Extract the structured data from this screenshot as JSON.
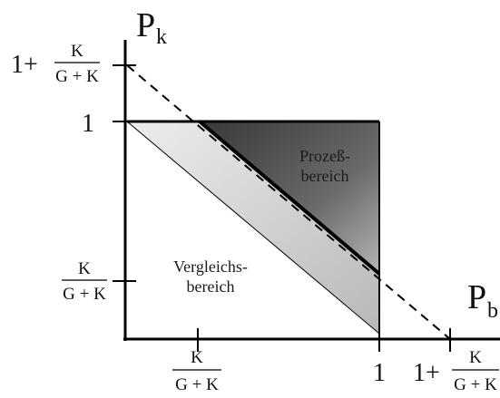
{
  "diagram": {
    "y_axis": {
      "letter": "P",
      "subscript": "k"
    },
    "x_axis": {
      "letter": "P",
      "subscript": "b"
    },
    "fraction": {
      "numerator": "K",
      "denominator": "G + K"
    },
    "y_ticks": {
      "one_plus_prefix": "1+",
      "one": "1"
    },
    "x_ticks": {
      "one": "1",
      "one_plus_prefix": "1+"
    },
    "regions": {
      "process": {
        "line1": "Prozeß-",
        "line2": "bereich"
      },
      "comparison": {
        "line1": "Vergleichs-",
        "line2": "bereich"
      }
    },
    "colors": {
      "process_dark": "#3c3c3c",
      "process_light": "#a0a0a0",
      "comparison_light": "#e8e8e8",
      "comparison_dark": "#bdbdbd",
      "lines": "#000000"
    }
  }
}
